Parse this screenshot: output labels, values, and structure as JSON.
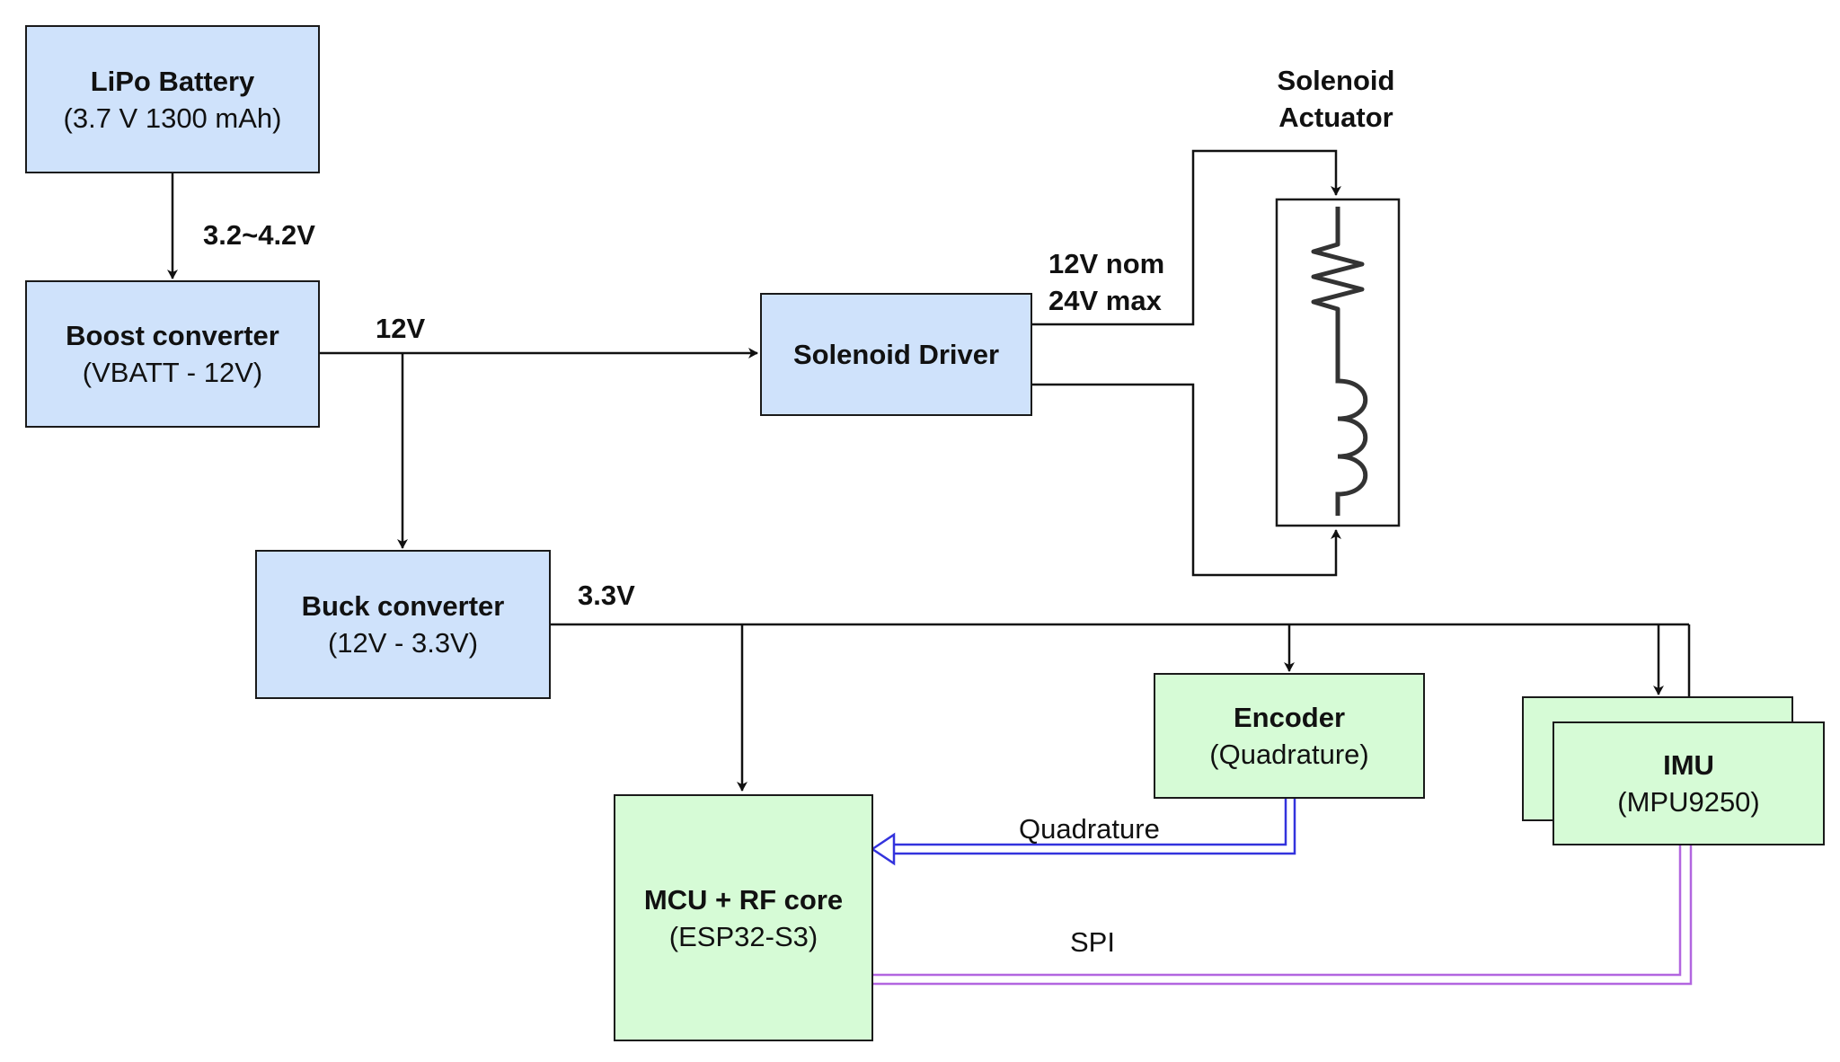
{
  "blocks": {
    "battery": {
      "title": "LiPo Battery",
      "subtitle": "(3.7 V 1300 mAh)"
    },
    "boost": {
      "title": "Boost converter",
      "subtitle": "(VBATT - 12V)"
    },
    "buck": {
      "title": "Buck converter",
      "subtitle": "(12V - 3.3V)"
    },
    "driver": {
      "title": "Solenoid Driver"
    },
    "encoder": {
      "title": "Encoder",
      "subtitle": "(Quadrature)"
    },
    "imu": {
      "title": "IMU",
      "subtitle": "(MPU9250)"
    },
    "mcu": {
      "title": "MCU + RF core",
      "subtitle": "(ESP32-S3)"
    }
  },
  "labels": {
    "battery_voltage": "3.2~4.2V",
    "boost_output": "12V",
    "buck_output": "3.3V",
    "driver_out_line1": "12V nom",
    "driver_out_line2": "24V max",
    "solenoid_line1": "Solenoid",
    "solenoid_line2": "Actuator",
    "quadrature_link": "Quadrature",
    "spi_link": "SPI"
  },
  "colors": {
    "power_block": "#cfe2fb",
    "logic_block": "#d6fbd6",
    "quadrature_line": "#3333dd",
    "spi_line": "#b266e0"
  }
}
